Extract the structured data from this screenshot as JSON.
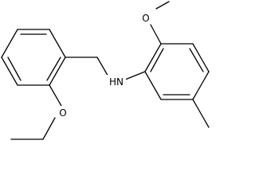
{
  "molecule": {
    "atoms": [
      {
        "id": "methoxy_o",
        "label": "O"
      },
      {
        "id": "amine_n",
        "label": "HN"
      },
      {
        "id": "ethoxy_o",
        "label": "O"
      }
    ]
  },
  "colors": {
    "bond": "#000000",
    "label": "#000000",
    "background": "#ffffff"
  }
}
